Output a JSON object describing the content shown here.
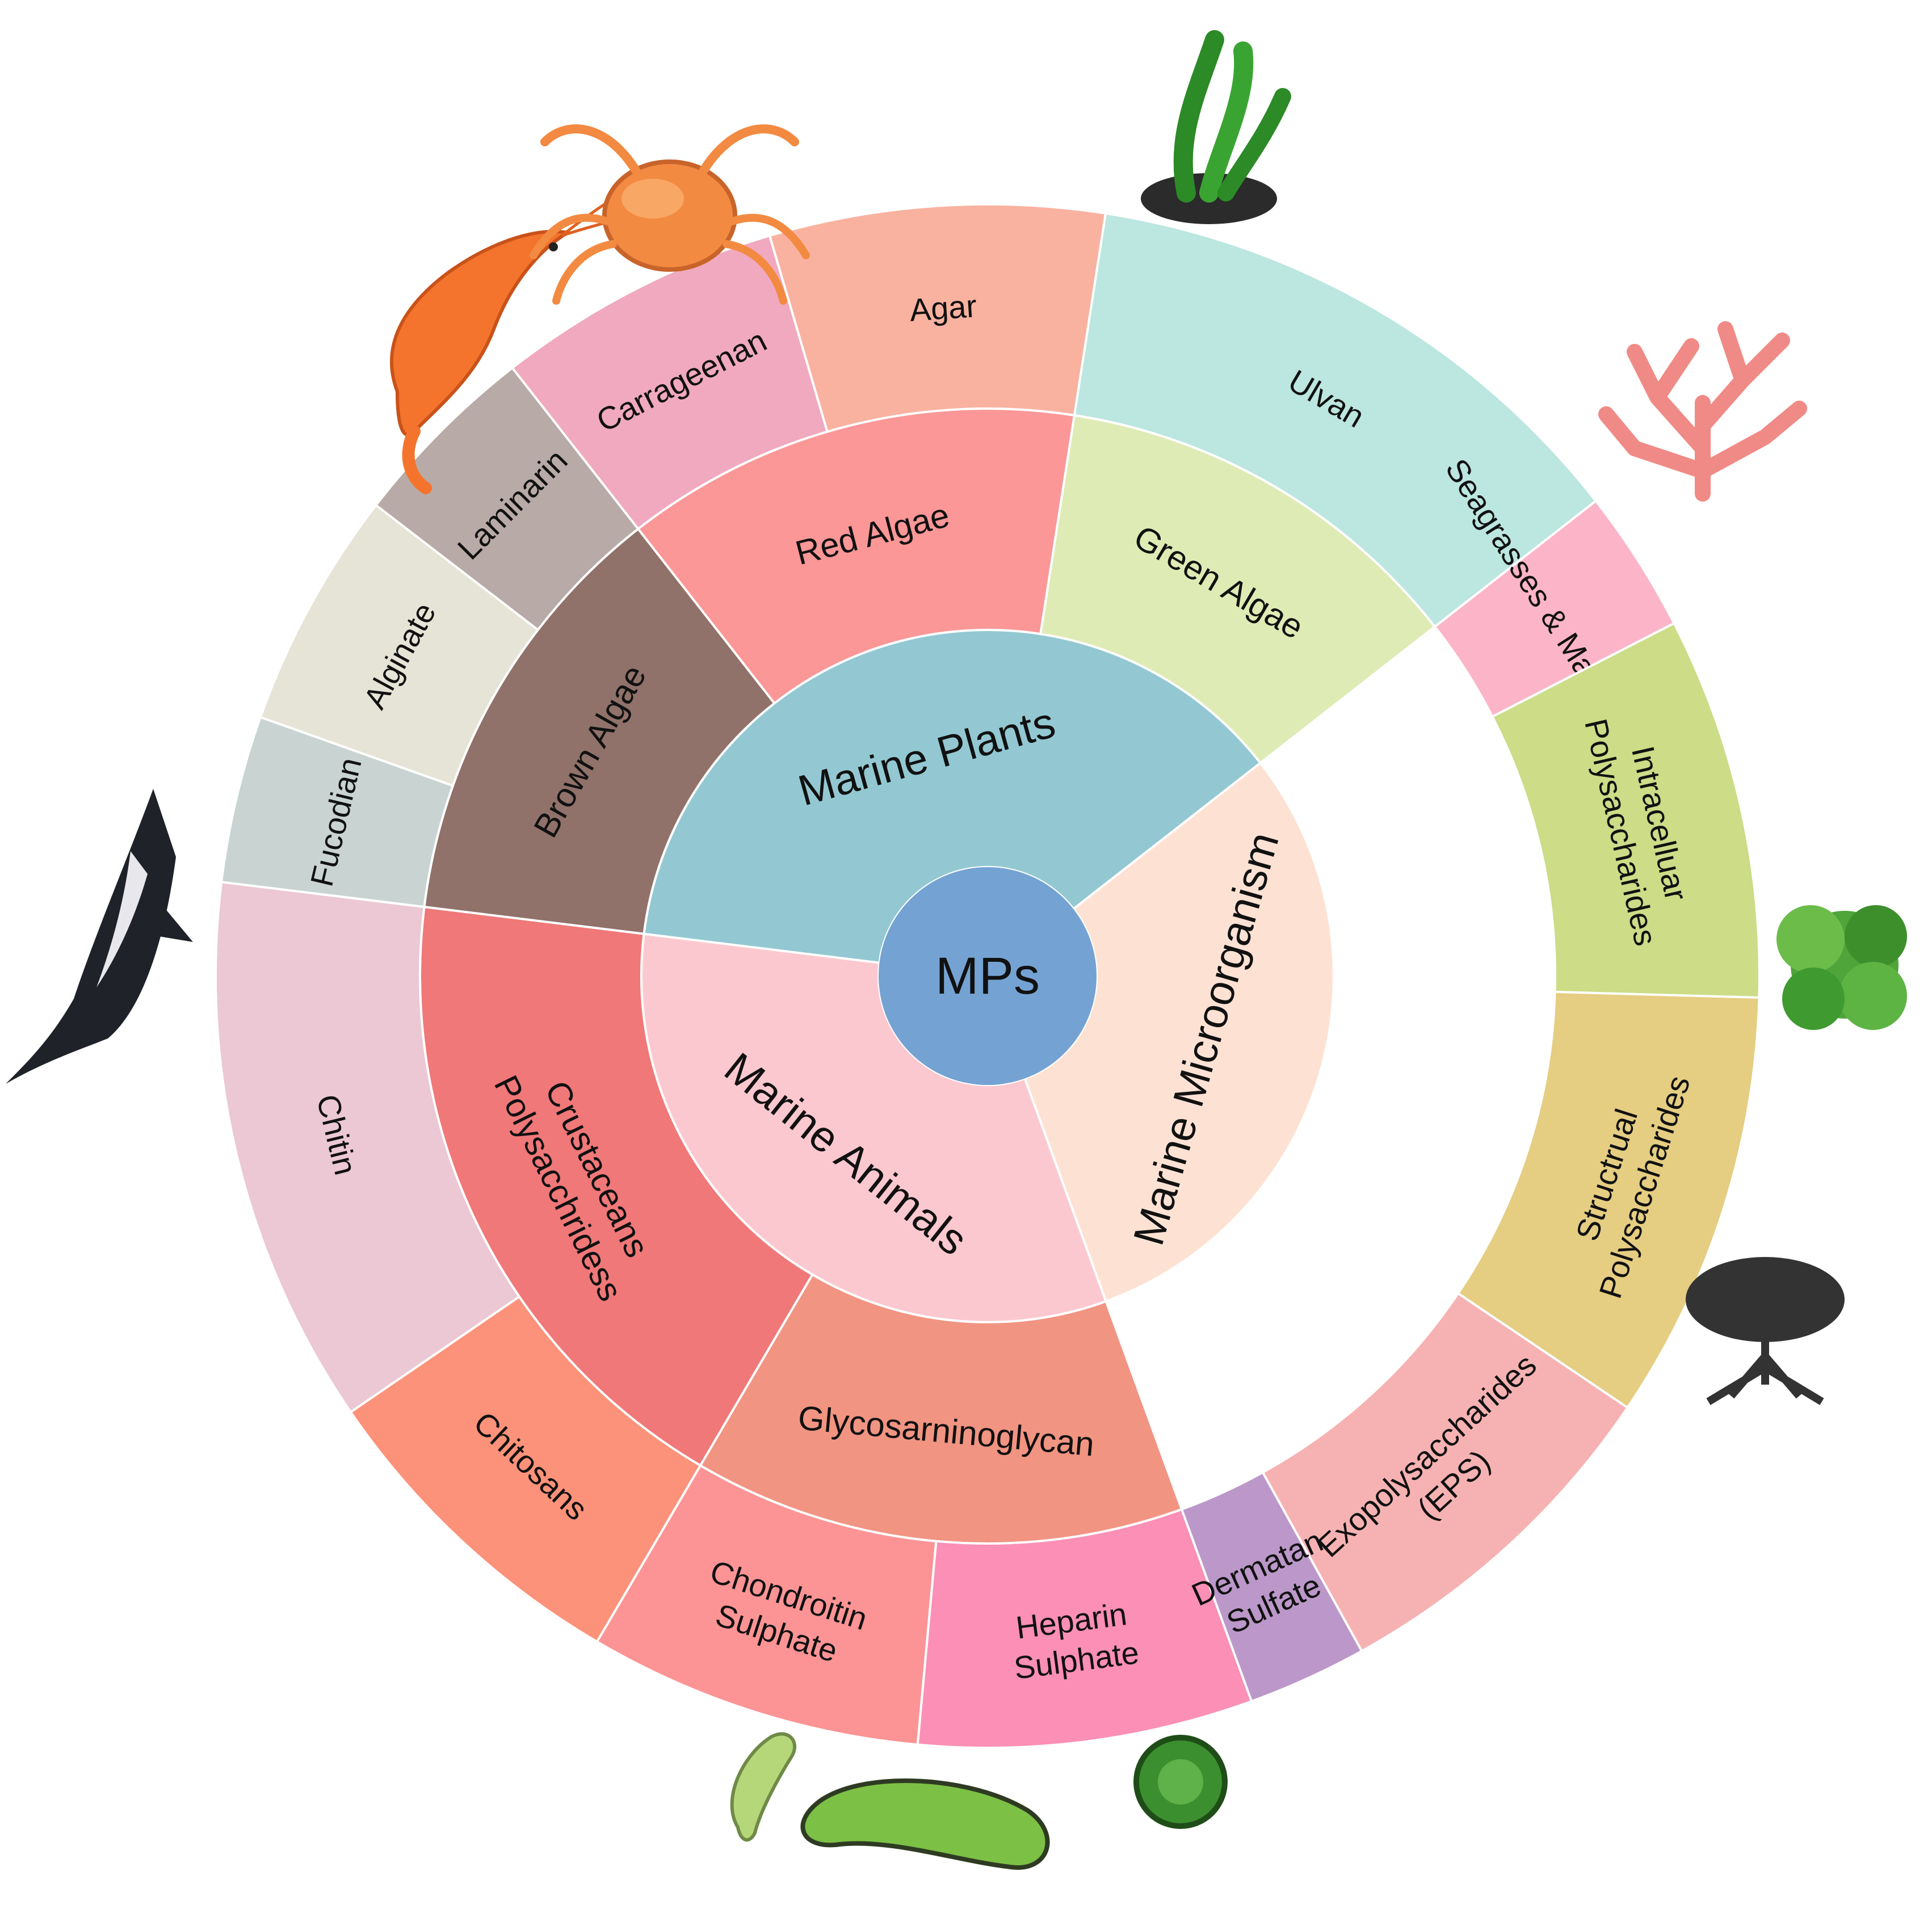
{
  "center": {
    "label": "MPs",
    "color": "#74a3d3"
  },
  "inner": [
    {
      "label": "Marine Animals",
      "color": "#fcc8cf",
      "start": 0.0,
      "end": 0.325
    },
    {
      "label": "Marine Plants",
      "color": "#93c8d2",
      "start": 0.325,
      "end": 0.7
    },
    {
      "label": "Marine Microorganism",
      "color": "#fde2d4",
      "start": 0.7,
      "end": 1.0
    }
  ],
  "middle": [
    {
      "label": "Glycosarninoglycan",
      "color": "#f19482",
      "start": 0.0,
      "end": 0.14
    },
    {
      "label": "Crustaceans Polysacchridess",
      "color": "#f07878",
      "start": 0.14,
      "end": 0.325
    },
    {
      "label": "Brown Algae",
      "color": "#90726a",
      "start": 0.325,
      "end": 0.45
    },
    {
      "label": "Red Algae",
      "color": "#fb9797",
      "start": 0.45,
      "end": 0.58
    },
    {
      "label": "Green Algae",
      "color": "#dfebb5",
      "start": 0.58,
      "end": 0.7
    }
  ],
  "outer": [
    {
      "label": "Heparin Sulphate",
      "color": "#fb8fb6",
      "start": 0.0,
      "end": 0.07
    },
    {
      "label": "Chondroitin Sulphate",
      "color": "#fc9495",
      "start": 0.07,
      "end": 0.14
    },
    {
      "label": "Chitosans",
      "color": "#fc9279",
      "start": 0.14,
      "end": 0.21
    },
    {
      "label": "Chitin",
      "color": "#ebc8d3",
      "start": 0.21,
      "end": 0.325
    },
    {
      "label": "Fucodian",
      "color": "#c9d4d2",
      "start": 0.325,
      "end": 0.36
    },
    {
      "label": "Alginate",
      "color": "#e6e4d6",
      "start": 0.36,
      "end": 0.41
    },
    {
      "label": "Laminarin",
      "color": "#b8aaa6",
      "start": 0.41,
      "end": 0.45
    },
    {
      "label": "Carrageenan",
      "color": "#f0a9be",
      "start": 0.45,
      "end": 0.51
    },
    {
      "label": "Agar",
      "color": "#f9b2a0",
      "start": 0.51,
      "end": 0.58
    },
    {
      "label": "Ulvan",
      "color": "#bce6e0",
      "start": 0.58,
      "end": 0.7
    },
    {
      "label": "Seagrasses & Mangraves",
      "color": "#fcb5c8",
      "start": 0.7,
      "end": 0.73
    },
    {
      "label": "Intracelluar Polysaccharides",
      "color": "#ccdc87",
      "start": 0.73,
      "end": 0.81
    },
    {
      "label": "Structrual Polysaccharides",
      "color": "#e5cd82",
      "start": 0.81,
      "end": 0.9
    },
    {
      "label": "Exopolysaccharides (EPS)",
      "color": "#f6b2b2",
      "start": 0.9,
      "end": 0.975
    },
    {
      "label": "Dermatan Sulfate",
      "color": "#bb98c9",
      "start": 0.975,
      "end": 1.0
    }
  ],
  "illustrations": [
    {
      "name": "shrimp-icon",
      "color": "#f4742d"
    },
    {
      "name": "crab-icon",
      "color": "#f38a41"
    },
    {
      "name": "brown-seaweed-icon",
      "color": "#2c8a27"
    },
    {
      "name": "red-coral-algae-icon",
      "color": "#f08a86"
    },
    {
      "name": "green-sea-lettuce-icon",
      "color": "#4fa43a"
    },
    {
      "name": "mangrove-tree-icon",
      "color": "#333333"
    },
    {
      "name": "green-microalga-cell-icon",
      "color": "#3b8f2e"
    },
    {
      "name": "bacterium-icon",
      "color": "#7cc045"
    },
    {
      "name": "small-bacterium-icon",
      "color": "#b5d77a"
    },
    {
      "name": "shark-icon",
      "color": "#1f2229"
    }
  ]
}
